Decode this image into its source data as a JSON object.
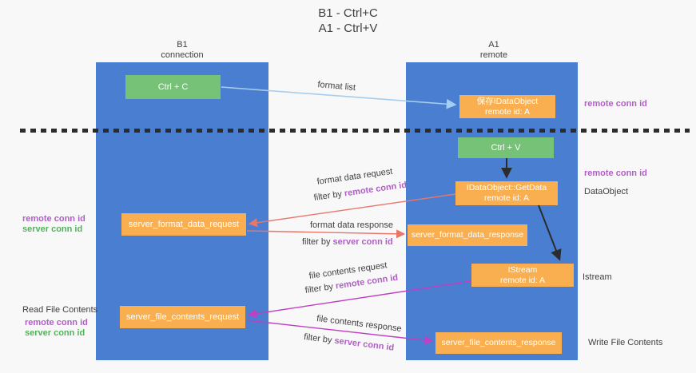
{
  "title": {
    "line1": "B1 - Ctrl+C",
    "line2": "A1 - Ctrl+V"
  },
  "columns": {
    "left": {
      "title": "B1",
      "subtitle": "connection"
    },
    "right": {
      "title": "A1",
      "subtitle": "remote"
    }
  },
  "nodes": {
    "ctrl_c": {
      "label": "Ctrl + C"
    },
    "ctrl_v": {
      "label": "Ctrl + V"
    },
    "save_dataobject": {
      "line1": "保存IDataObject",
      "line2": "remote id: A"
    },
    "getdata": {
      "line1": "IDataObject::GetData",
      "line2": "remote id: A"
    },
    "istream": {
      "line1": "IStream",
      "line2": "remote id: A"
    },
    "server_format_data_request": {
      "label": "server_format_data_request"
    },
    "server_format_data_response": {
      "label": "server_format_data_response"
    },
    "server_file_contents_request": {
      "label": "server_file_contents_request"
    },
    "server_file_contents_response": {
      "label": "server_file_contents_response"
    }
  },
  "edge_labels": {
    "format_list": "format list",
    "format_data_request": "format data request",
    "format_data_response": "format data response",
    "file_contents_request": "file contents request",
    "file_contents_response": "file contents response",
    "filter_by": "filter by",
    "remote_conn_id": "remote conn id",
    "server_conn_id": "server conn id"
  },
  "side_labels": {
    "right_top_remote_conn_id": "remote conn id",
    "right_mid_remote_conn_id": "remote conn id",
    "right_dataobject": "DataObject",
    "right_istream": "Istream",
    "right_write_file_contents": "Write File Contents",
    "left_remote_conn_id": "remote conn id",
    "left_server_conn_id": "server conn id",
    "left_read_file_contents": "Read File Contents",
    "left_lower_remote_conn_id": "remote conn id",
    "left_lower_server_conn_id": "server conn id"
  },
  "colors": {
    "bg": "#f8f8f8",
    "ink": "#3f3f3f",
    "column_blue": "#4a7ed1",
    "box_green": "#76c276",
    "box_orange": "#f9af4f",
    "label_purple": "#b05fc5",
    "label_green": "#52b25c",
    "arrow_red": "#e8766b",
    "arrow_magenta": "#c03fc3",
    "arrow_lightblue": "#a5cdf0",
    "arrow_black": "#2c2c2c"
  }
}
